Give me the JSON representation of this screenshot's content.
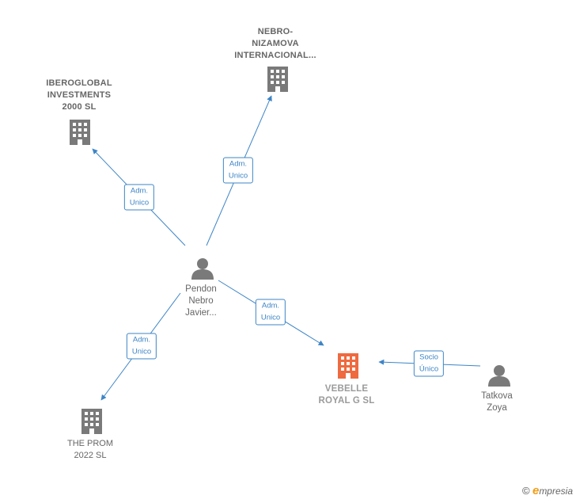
{
  "colors": {
    "edge": "#3d85c6",
    "icon": "#7a7a7a",
    "focus_icon": "#ee6a3f",
    "label": "#666666"
  },
  "nodes": {
    "nebro": {
      "label": "NEBRO-\nNIZAMOVA\nINTERNACIONAL...",
      "icon": "building-icon"
    },
    "iberoglobal": {
      "label": "IBEROGLOBAL\nINVESTMENTS\n2000  SL",
      "icon": "building-icon"
    },
    "pendon": {
      "label": "Pendon\nNebro\nJavier...",
      "icon": "person-icon"
    },
    "vebelle": {
      "label": "VEBELLE\nROYAL G  SL",
      "icon": "building-icon"
    },
    "tatkova": {
      "label": "Tatkova\nZoya",
      "icon": "person-icon"
    },
    "theprom": {
      "label": "THE PROM\n2022  SL",
      "icon": "building-icon"
    }
  },
  "edges": {
    "to_iberoglobal": "Adm.\nUnico",
    "to_nebro": "Adm.\nUnico",
    "to_vebelle": "Adm.\nUnico",
    "to_theprom": "Adm.\nUnico",
    "tatkova_to_vebelle": "Socio\nÚnico"
  },
  "brand": {
    "copyright": "©",
    "e": "e",
    "rest": "mpresia"
  }
}
